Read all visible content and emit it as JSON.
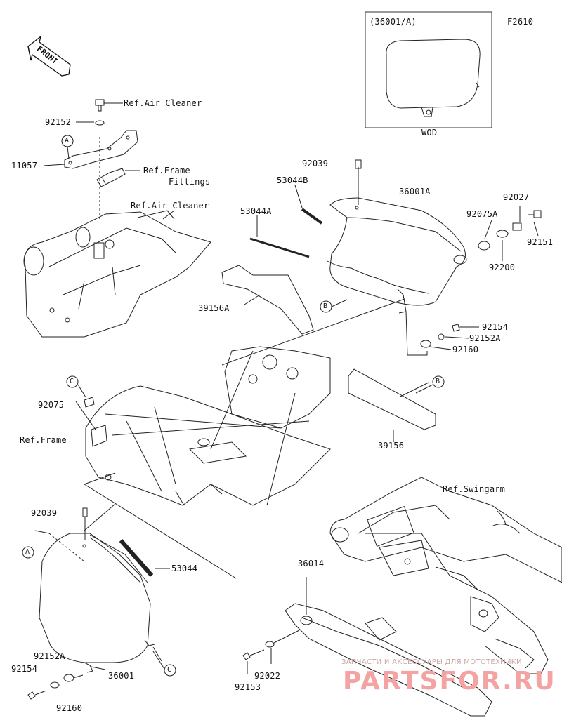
{
  "diagram_code": "F2610",
  "front_label": "FRONT",
  "inset": {
    "title": "(36001/A)",
    "caption": "WOD"
  },
  "refs": {
    "air_cleaner_top": "Ref.Air Cleaner",
    "frame_fittings_1": "Ref.Frame",
    "frame_fittings_2": "Fittings",
    "air_cleaner_mid": "Ref.Air Cleaner",
    "frame": "Ref.Frame",
    "swingarm": "Ref.Swingarm"
  },
  "parts": {
    "p92152_top": "92152",
    "p11057": "11057",
    "p92039_top": "92039",
    "p53044B": "53044B",
    "p53044A": "53044A",
    "p36001A": "36001A",
    "p92027": "92027",
    "p92075A": "92075A",
    "p92151": "92151",
    "p92200": "92200",
    "p39156A": "39156A",
    "p92154_right": "92154",
    "p92152A_right": "92152A",
    "p92160_right": "92160",
    "p92075": "92075",
    "p39156": "39156",
    "p92039_low": "92039",
    "p53044": "53044",
    "p36014": "36014",
    "p92152A_left": "92152A",
    "p92154_left": "92154",
    "p92160_left": "92160",
    "p36001": "36001",
    "p92153": "92153",
    "p92022": "92022"
  },
  "callouts": {
    "a_top": "A",
    "a_low": "A",
    "b_upper": "B",
    "b_lower": "B",
    "c_upper": "C",
    "c_low": "C"
  },
  "watermark": {
    "line1": "ЗАПЧАСТИ И АКСЕССУАРЫ ДЛЯ МОТОТЕХНИКИ",
    "line2": "PARTSFOR.RU"
  }
}
